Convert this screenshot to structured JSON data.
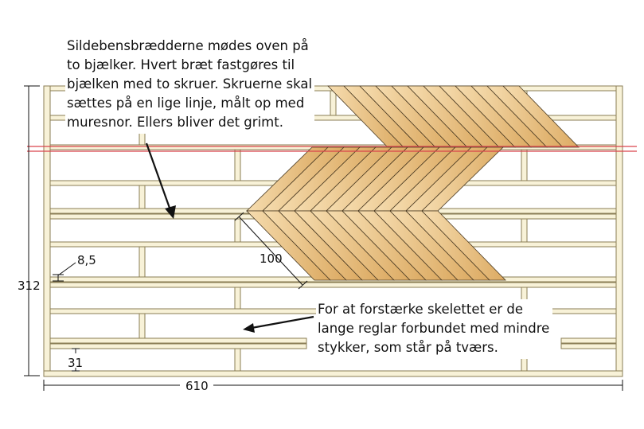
{
  "annotations": {
    "top_note": [
      "Sildebensbrædderne mødes oven på",
      "to bjælker. Hvert bræt fastgøres til",
      "bjælken med to skruer. Skruerne skal",
      "sættes på en lige linje, målt op med",
      "muresnor. Ellers bliver det grimt."
    ],
    "bottom_note": [
      "For at forstærke skelettet er de",
      "lange reglar forbundet med mindre",
      "stykker, som står på tværs."
    ]
  },
  "dimensions": {
    "height": "312",
    "width": "610",
    "board_length": "100",
    "beam_thickness": "8,5",
    "beam_gap": "31"
  },
  "colors": {
    "timber_fill": "#f8f2d8",
    "timber_stroke": "#8a7d55",
    "board_light": "#f6ddb0",
    "board_dark": "#dcaa62",
    "board_stroke": "#4a3a22",
    "string_line": "#d9434c"
  }
}
